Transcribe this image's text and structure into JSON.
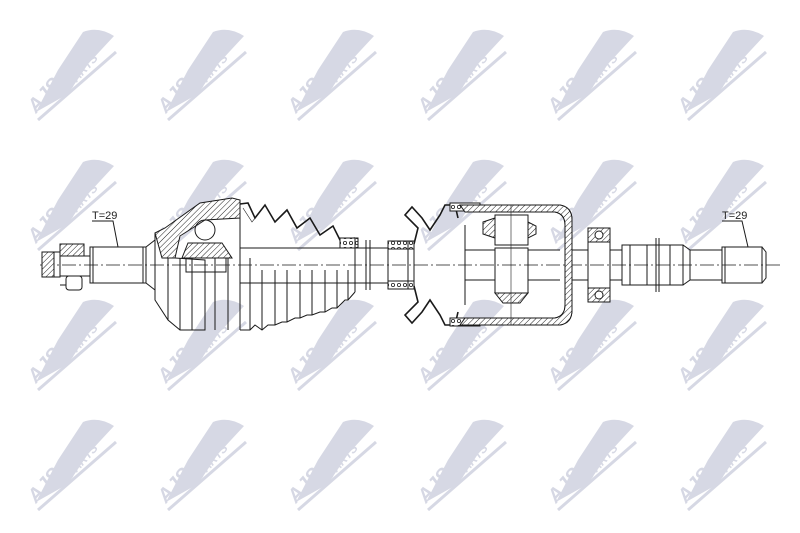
{
  "diagram": {
    "type": "technical-drawing",
    "subject": "drive shaft / CV axle cross-section",
    "background_color": "#ffffff",
    "line_color": "#1a1a1a",
    "annotations": {
      "left_spline": "T=29",
      "right_spline": "T=29"
    }
  },
  "watermark": {
    "brand": "AJS",
    "suffix": "PARTS",
    "color": "#d6d8e4",
    "grid": {
      "columns": 6,
      "rows": 4,
      "x_positions": [
        28,
        158,
        288,
        418,
        548,
        678
      ],
      "y_positions": [
        22,
        152,
        292,
        412
      ]
    }
  }
}
